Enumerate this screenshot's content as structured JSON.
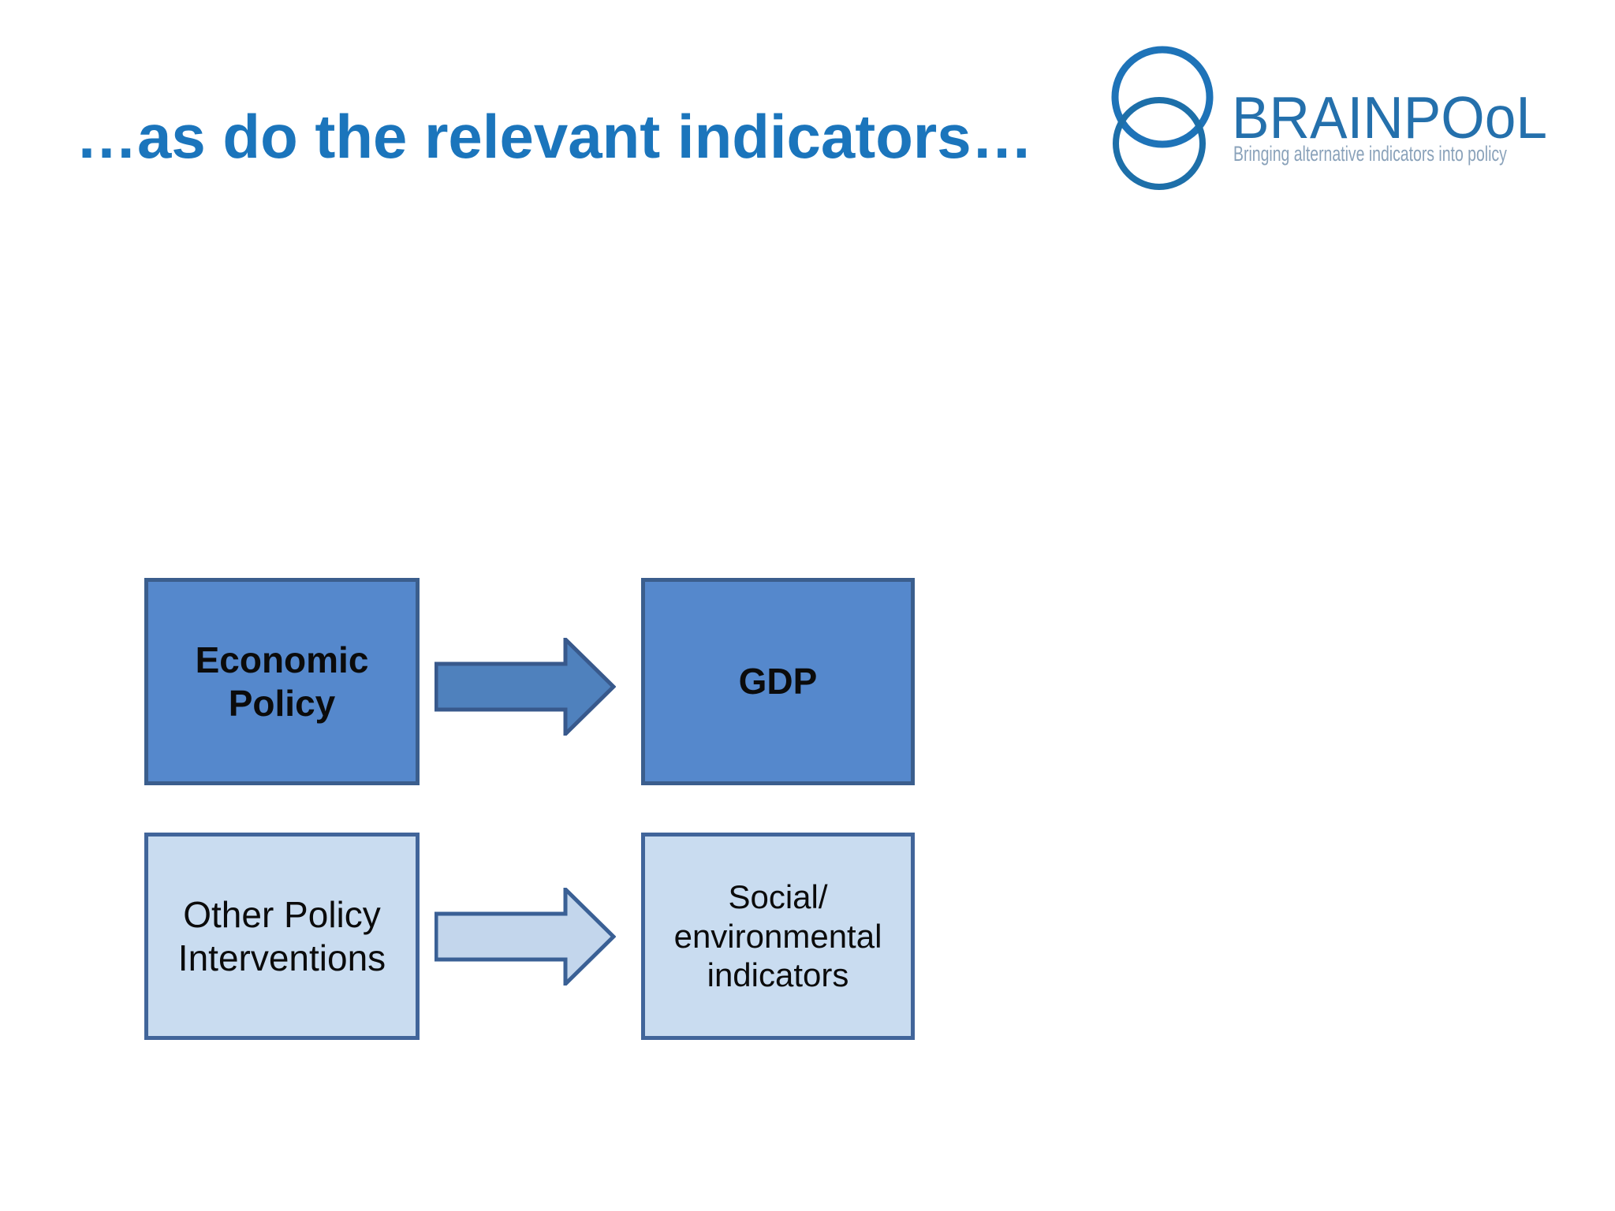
{
  "slide": {
    "title": "…as do the relevant indicators…"
  },
  "logo": {
    "wordmark": "BRAINPOoL",
    "tagline": "Bringing alternative indicators into policy"
  },
  "diagram": {
    "economic_policy": {
      "line1": "Economic",
      "line2": "Policy"
    },
    "gdp": {
      "label": "GDP"
    },
    "other_policy": {
      "line1": "Other Policy",
      "line2": "Interventions"
    },
    "social_env": {
      "line1": "Social/",
      "line2": "environmental",
      "line3": "indicators"
    }
  },
  "colors": {
    "title_blue": "#1B75BC",
    "dark_box_fill": "#5588CC",
    "dark_box_border": "#3B5E8D",
    "light_box_fill": "#C9DCF0",
    "light_box_border": "#41659A",
    "dark_arrow_fill": "#4F81BD",
    "dark_arrow_border": "#38598C",
    "light_arrow_fill": "#C3D6EC",
    "light_arrow_border": "#3A6095",
    "logo_blue": "#1E73B8",
    "logo_teal_blue": "#1D6FA9"
  }
}
